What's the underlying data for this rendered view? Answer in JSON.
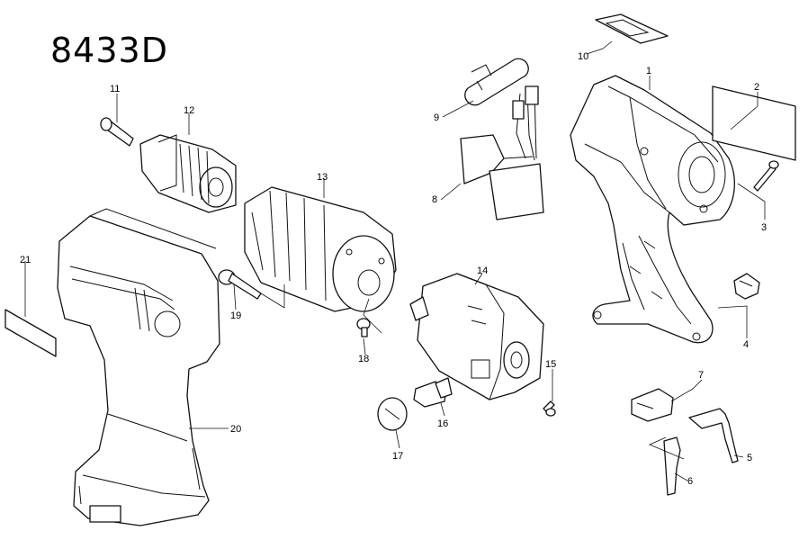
{
  "model": "8433D",
  "callouts": [
    "1",
    "2",
    "3",
    "4",
    "5",
    "6",
    "7",
    "8",
    "9",
    "10",
    "11",
    "12",
    "13",
    "14",
    "15",
    "16",
    "17",
    "18",
    "19",
    "20",
    "21"
  ],
  "colors": {
    "line": "#111111",
    "background": "#ffffff"
  }
}
